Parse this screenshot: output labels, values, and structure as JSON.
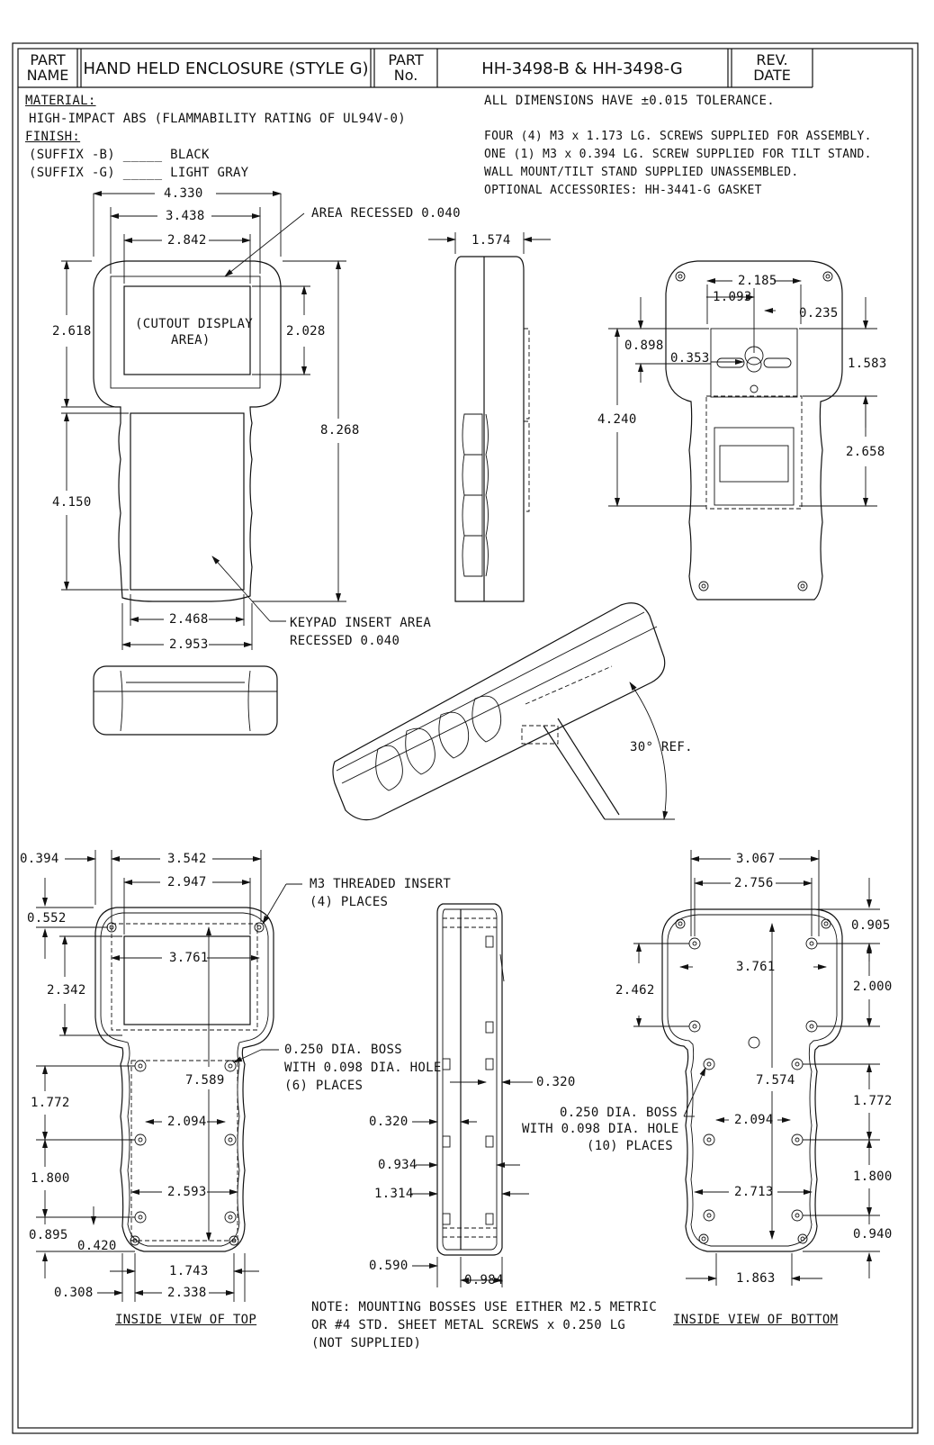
{
  "title_block": {
    "part_name_label_1": "PART",
    "part_name_label_2": "NAME",
    "part_name": "HAND HELD ENCLOSURE (STYLE G)",
    "part_no_label_1": "PART",
    "part_no_label_2": "No.",
    "part_no": "HH-3498-B & HH-3498-G",
    "rev_label_1": "REV.",
    "rev_label_2": "DATE"
  },
  "material": {
    "heading": "MATERIAL:",
    "value": "HIGH-IMPACT ABS (FLAMMABILITY RATING OF UL94V-0)",
    "finish_heading": "FINISH:",
    "suffix_b": "(SUFFIX -B) _____ BLACK",
    "suffix_g": "(SUFFIX -G) _____ LIGHT GRAY"
  },
  "notes": {
    "tolerance": "ALL DIMENSIONS HAVE ±0.015 TOLERANCE.",
    "line1": "FOUR (4) M3 x 1.173 LG. SCREWS SUPPLIED FOR ASSEMBLY.",
    "line2": "ONE (1) M3 x 0.394 LG. SCREW SUPPLIED FOR TILT STAND.",
    "line3": "WALL MOUNT/TILT STAND SUPPLIED UNASSEMBLED.",
    "line4": "OPTIONAL ACCESSORIES: HH-3441-G GASKET",
    "bottom1": "NOTE: MOUNTING BOSSES USE EITHER M2.5 METRIC",
    "bottom2": "OR #4 STD. SHEET METAL SCREWS x 0.250 LG",
    "bottom3": "(NOT SUPPLIED)"
  },
  "front_view": {
    "dim_width": "4.330",
    "dim_recess_width": "3.438",
    "dim_display_width": "2.842",
    "area_recessed": "AREA RECESSED 0.040",
    "cutout_1": "(CUTOUT DISPLAY",
    "cutout_2": "AREA)",
    "dim_upper_height": "2.618",
    "dim_display_height": "2.028",
    "dim_total_height": "8.268",
    "dim_keypad_height": "4.150",
    "dim_keypad_inner_width": "2.468",
    "dim_keypad_width": "2.953",
    "keypad_1": "KEYPAD INSERT AREA",
    "keypad_2": "RECESSED 0.040"
  },
  "side_view": {
    "dim_depth": "1.574"
  },
  "back_view": {
    "dim_a": "2.185",
    "dim_b": "1.093",
    "dim_c": "0.235",
    "dim_d": "0.898",
    "dim_e": "0.353",
    "dim_f": "1.583",
    "dim_g": "4.240",
    "dim_h": "2.658"
  },
  "tilt_view": {
    "angle": "30° REF."
  },
  "inside_top": {
    "caption": "INSIDE VIEW OF TOP",
    "dim_0394": "0.394",
    "dim_3542": "3.542",
    "dim_2947": "2.947",
    "dim_0552": "0.552",
    "dim_3761": "3.761",
    "dim_2342": "2.342",
    "dim_7589": "7.589",
    "dim_1772": "1.772",
    "dim_2094": "2.094",
    "dim_1800": "1.800",
    "dim_2593": "2.593",
    "dim_0895": "0.895",
    "dim_0420": "0.420",
    "dim_1743": "1.743",
    "dim_0308": "0.308",
    "dim_2338": "2.338",
    "insert_1": "M3 THREADED INSERT",
    "insert_2": "(4) PLACES",
    "boss_1": "0.250 DIA. BOSS",
    "boss_2": "WITH 0.098 DIA. HOLE",
    "boss_3": "(6) PLACES"
  },
  "section_view": {
    "dim_0320a": "0.320",
    "dim_0320b": "0.320",
    "dim_0934": "0.934",
    "dim_1314": "1.314",
    "dim_0590": "0.590",
    "dim_0984": "0.984"
  },
  "inside_bottom": {
    "caption": "INSIDE VIEW OF BOTTOM",
    "dim_3067": "3.067",
    "dim_2756": "2.756",
    "dim_0905": "0.905",
    "dim_3761": "3.761",
    "dim_2462": "2.462",
    "dim_2000": "2.000",
    "dim_7574": "7.574",
    "dim_1772": "1.772",
    "dim_2094": "2.094",
    "dim_1800": "1.800",
    "dim_2713": "2.713",
    "dim_0940": "0.940",
    "dim_1863": "1.863",
    "boss_1": "0.250 DIA. BOSS",
    "boss_2": "WITH 0.098 DIA. HOLE",
    "boss_3": "(10) PLACES"
  }
}
